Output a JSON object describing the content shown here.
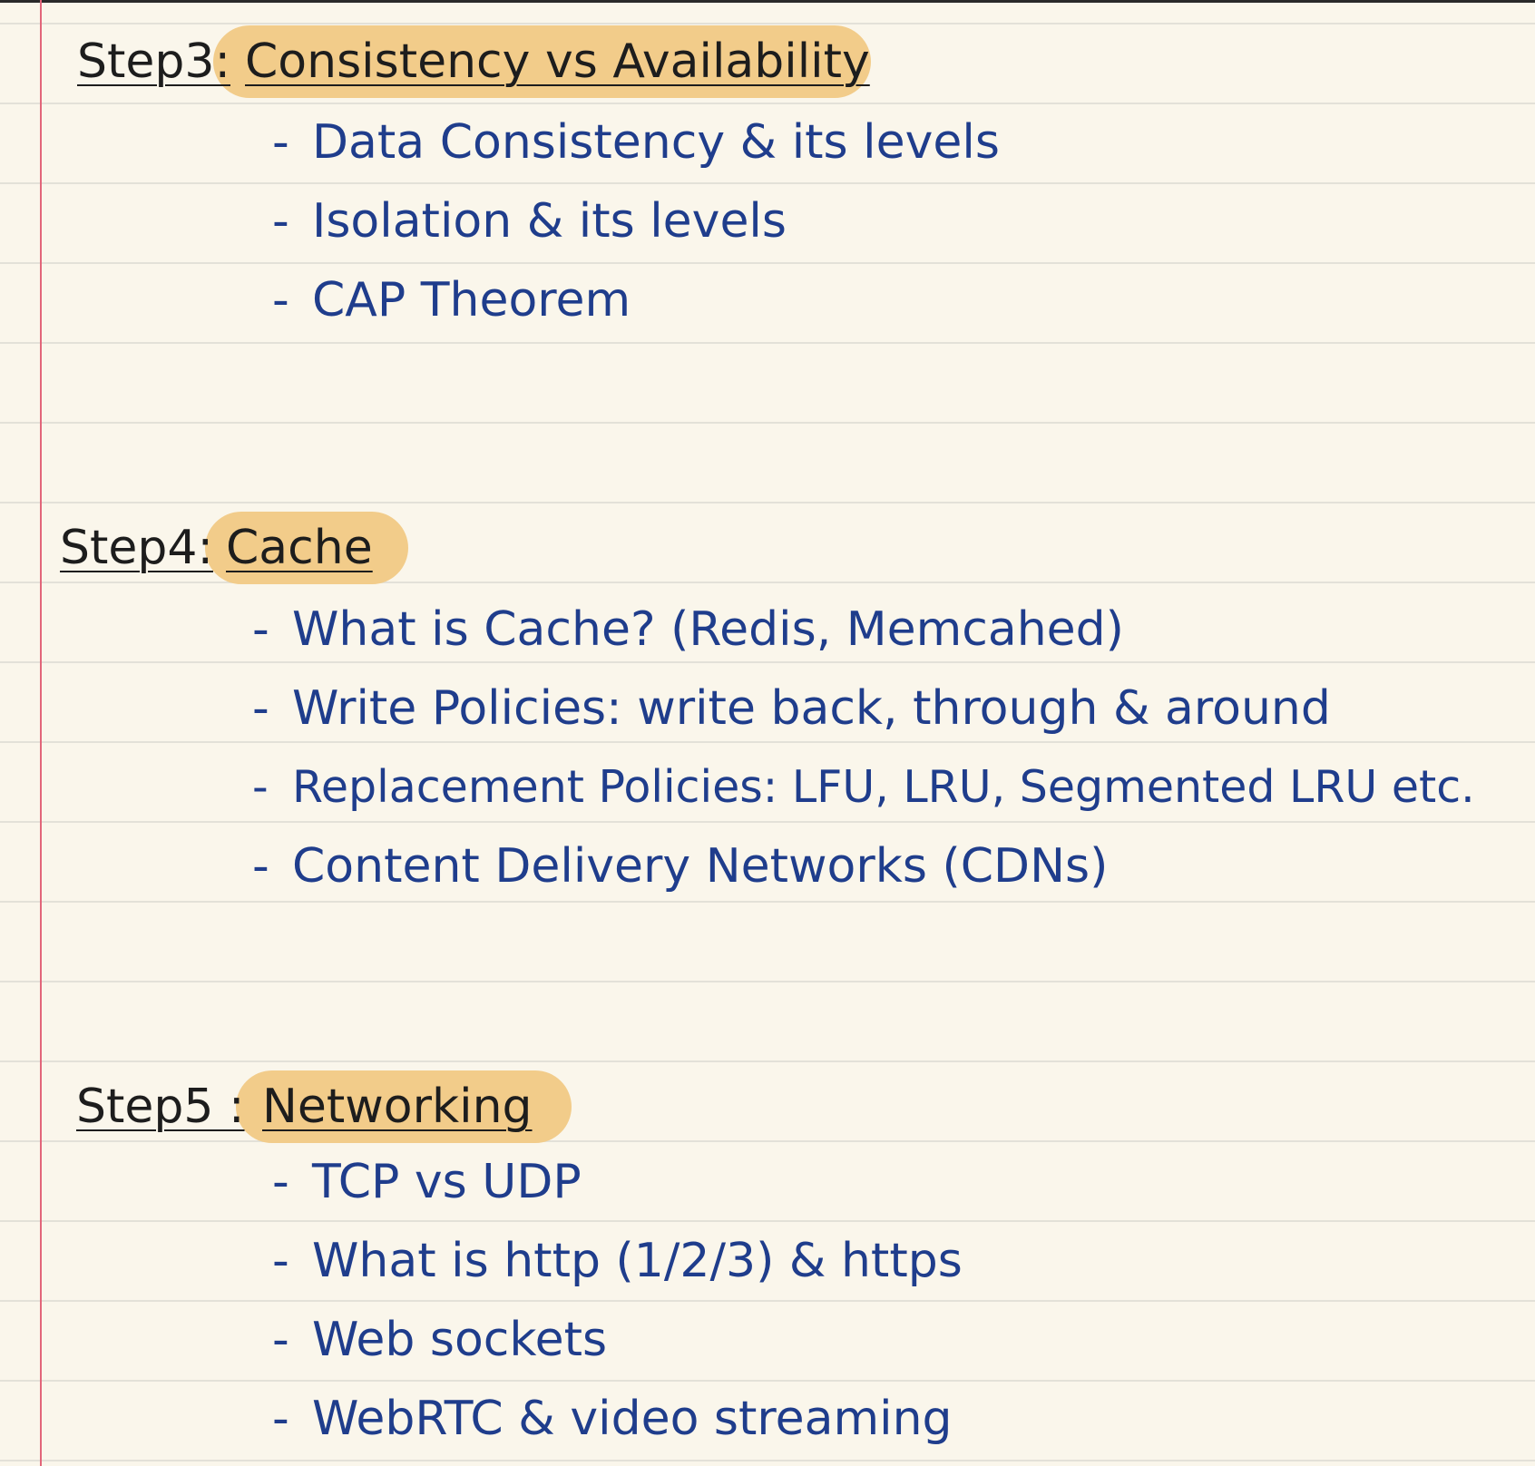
{
  "notes": {
    "sections": [
      {
        "step_label": "Step3:",
        "title": "Consistency vs Availability",
        "items": [
          "Data Consistency & its levels",
          "Isolation & its levels",
          "CAP Theorem"
        ]
      },
      {
        "step_label": "Step4:",
        "title": "Cache",
        "items": [
          "What is Cache? (Redis, Memcahed)",
          "Write Policies: write back, through & around",
          "Replacement Policies: LFU, LRU, Segmented LRU etc.",
          "Content Delivery Networks (CDNs)"
        ]
      },
      {
        "step_label": "Step5 :",
        "title": "Networking",
        "items": [
          "TCP vs UDP",
          "What is http (1/2/3) & https",
          "Web sockets",
          "WebRTC & video streaming"
        ]
      }
    ],
    "bullet_marker": "-",
    "colors": {
      "paper": "#faf6eb",
      "rule_line": "#e3e1d8",
      "margin_line": "#e2667a",
      "highlight": "#f2cc8a",
      "heading_text": "#1d1d1d",
      "bullet_text": "#1f3d8c"
    }
  }
}
